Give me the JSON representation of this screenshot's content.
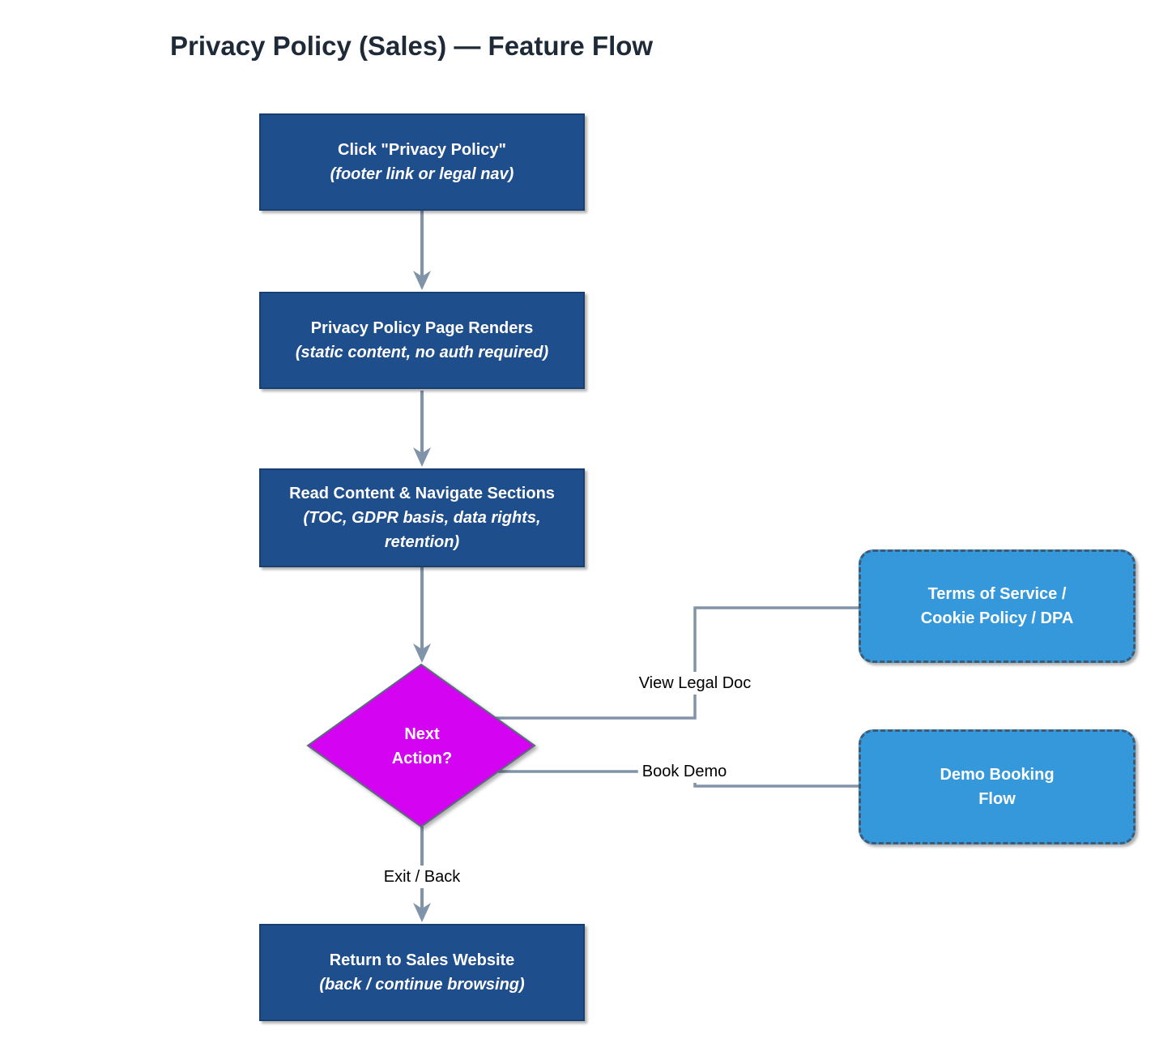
{
  "title": "Privacy Policy (Sales) — Feature Flow",
  "nodes": {
    "click_privacy": {
      "line1": "Click \"Privacy Policy\"",
      "line2": "(footer link or legal nav)"
    },
    "page_renders": {
      "line1": "Privacy Policy Page Renders",
      "line2": "(static content, no auth required)"
    },
    "read_content": {
      "line1": "Read Content & Navigate Sections",
      "line2": "(TOC, GDPR basis, data rights,",
      "line3": "retention)"
    },
    "next_action": {
      "line1": "Next",
      "line2": "Action?"
    },
    "terms_of_service": {
      "line1": "Terms of Service /",
      "line2": "Cookie Policy / DPA"
    },
    "demo_booking": {
      "line1": "Demo Booking",
      "line2": "Flow"
    },
    "return_to_sales": {
      "line1": "Return to Sales Website",
      "line2": "(back / continue browsing)"
    }
  },
  "edges": {
    "view_legal_doc": "View Legal Doc",
    "book_demo": "Book Demo",
    "exit_back": "Exit / Back"
  },
  "colors": {
    "navy": "#1F4E8C",
    "navy_border": "#17406F",
    "magenta": "#D403F2",
    "magenta_border": "#5B6C7C",
    "blue": "#3498DB",
    "blue_border": "#415A74",
    "connector": "#8093A9",
    "title_color": "#1E2A38",
    "label_color": "#000000",
    "node_text": "#FFFFFF",
    "bg": "#FFFFFF"
  }
}
